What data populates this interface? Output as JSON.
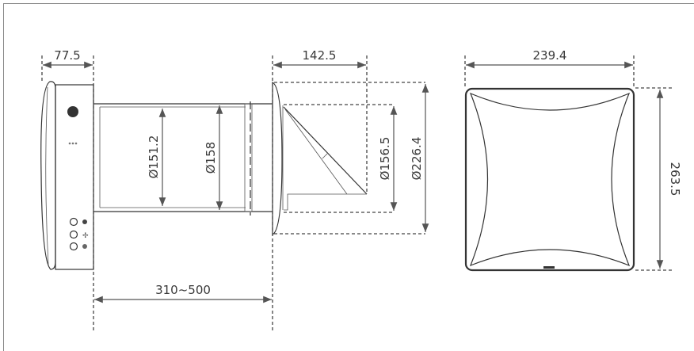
{
  "drawing": {
    "side_view": {
      "depth_label": "77.5",
      "inner_diameter_label": "Ø151.2",
      "outer_diameter_label": "Ø158",
      "wall_range_label": "310~500"
    },
    "hood_view": {
      "depth_label": "142.5",
      "duct_diameter_label": "Ø156.5",
      "plate_diameter_label": "Ø226.4"
    },
    "front_view": {
      "width_label": "239.4",
      "height_label": "263.5"
    }
  }
}
